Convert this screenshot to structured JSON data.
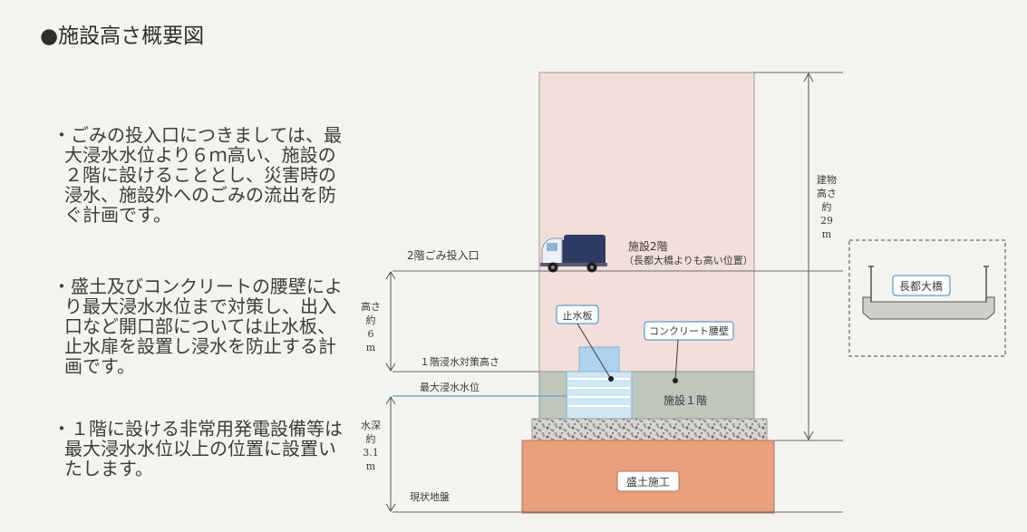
{
  "title": "●施設高さ概要図",
  "paragraphs": [
    {
      "lines": [
        "・ごみの投入口につきましては、最",
        "大浸水水位より６ｍ高い、施設の",
        "２階に設けることとし、災害時の",
        "浸水、施設外へのごみの流出を防",
        "ぐ計画です。"
      ]
    },
    {
      "lines": [
        "・盛土及びコンクリートの腰壁によ",
        "り最大浸水水位まで対策し、出入",
        "口など開口部については止水板、",
        "止水扉を設置し浸水を防止する計",
        "画です。"
      ]
    },
    {
      "lines": [
        "・１階に設ける非常用発電設備等は",
        "最大浸水水位以上の位置に設置い",
        "たします。"
      ]
    }
  ],
  "diagram": {
    "dimensions": {
      "building_height": [
        "建物",
        "高さ",
        "約",
        "29",
        "m"
      ],
      "safety_height": [
        "高さ",
        "約",
        "6",
        "m"
      ],
      "water_depth": [
        "水深",
        "約",
        "3.1",
        "m"
      ]
    },
    "levels": {
      "intake_2f": "2階ごみ投入口",
      "flood_measure_1f": "１階浸水対策高さ",
      "max_flood": "最大浸水水位",
      "ground": "現状地盤"
    },
    "labels": {
      "facility_2f": "施設2階",
      "facility_2f_note": "（長都大橋よりも高い位置）",
      "stop_board": "止水板",
      "concrete_wall": "コンクリート腰壁",
      "facility_1f": "施設１階",
      "embankment": "盛土施工",
      "bridge": "長都大橋"
    },
    "icons": {
      "truck": "garbage-truck-icon"
    },
    "colors": {
      "building": "#f2dfd9",
      "concrete_wall": "#bfc7bc",
      "stop_board": "#b9d9ef",
      "embankment": "#e79f7c",
      "gravel": "#9a9a9a",
      "water_line": "#6ea9d6"
    }
  }
}
